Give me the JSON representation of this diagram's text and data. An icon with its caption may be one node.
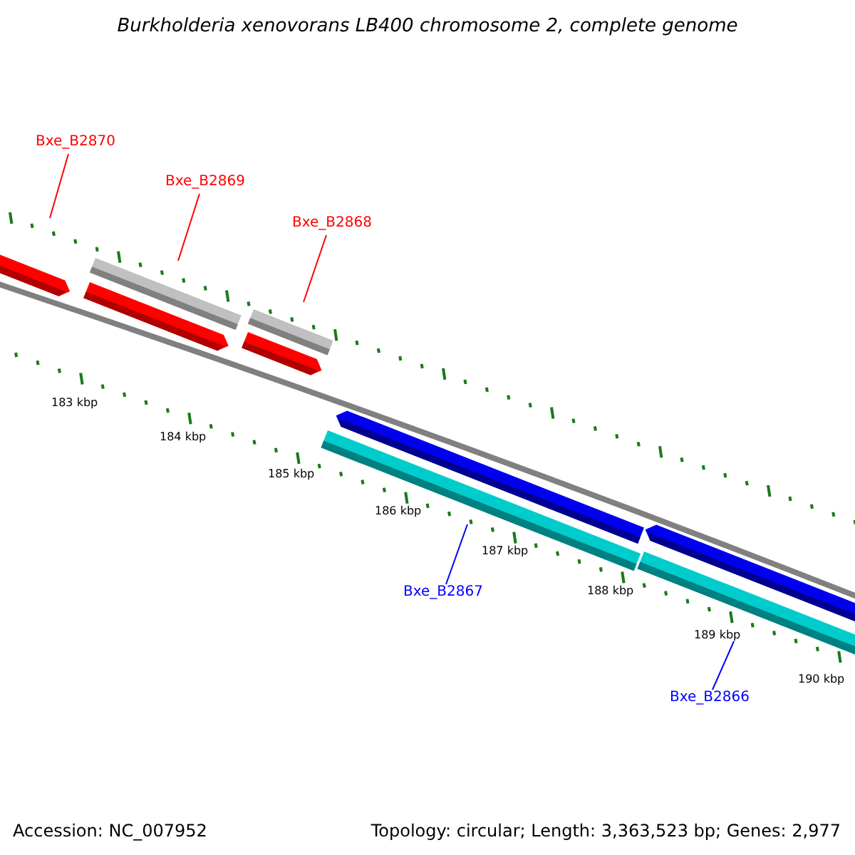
{
  "diagram": {
    "title": "Burkholderia xenovorans LB400 chromosome 2, complete genome",
    "nodes": [
      {
        "text": [
          "Bxe_B2870"
        ]
      },
      {
        "text": [
          "Bxe_B2869"
        ]
      },
      {
        "text": [
          "Bxe_B2868"
        ]
      },
      {
        "text": [],
        "shape": "bar"
      },
      {
        "text": [],
        "shape": "bar"
      },
      {
        "text": [
          "Bxe_B2867"
        ]
      },
      {
        "text": [
          "Bxe_B2866"
        ]
      },
      {
        "text": [],
        "shape": "bar"
      },
      {
        "text": [],
        "shape": "bar"
      },
      {
        "text": [],
        "shape": "arrow"
      },
      {
        "text": [],
        "shape": "arrow"
      },
      {
        "text": [],
        "shape": "arrow"
      },
      {
        "text": [],
        "shape": "arrow"
      },
      {
        "text": [],
        "shape": "arrow"
      }
    ],
    "edges": [
      {
        "from": 0,
        "to": null,
        "arrow": "none"
      },
      {
        "from": 1,
        "to": 3,
        "arrow": "none"
      },
      {
        "from": 2,
        "to": 4,
        "arrow": "none"
      },
      {
        "from": 5,
        "to": 7,
        "arrow": "none",
        "color": "#0000ff"
      },
      {
        "from": 6,
        "to": 8,
        "arrow": "none",
        "color": "#0000ff"
      }
    ],
    "labels": [
      "183 kbp",
      "184 kbp",
      "185 kbp",
      "186 kbp",
      "187 kbp",
      "188 kbp",
      "189 kbp",
      "190 kbp",
      "Accession: NC_007952",
      "Topology: circular; Length: 3,363,523 bp; Genes: 2,977"
    ]
  }
}
